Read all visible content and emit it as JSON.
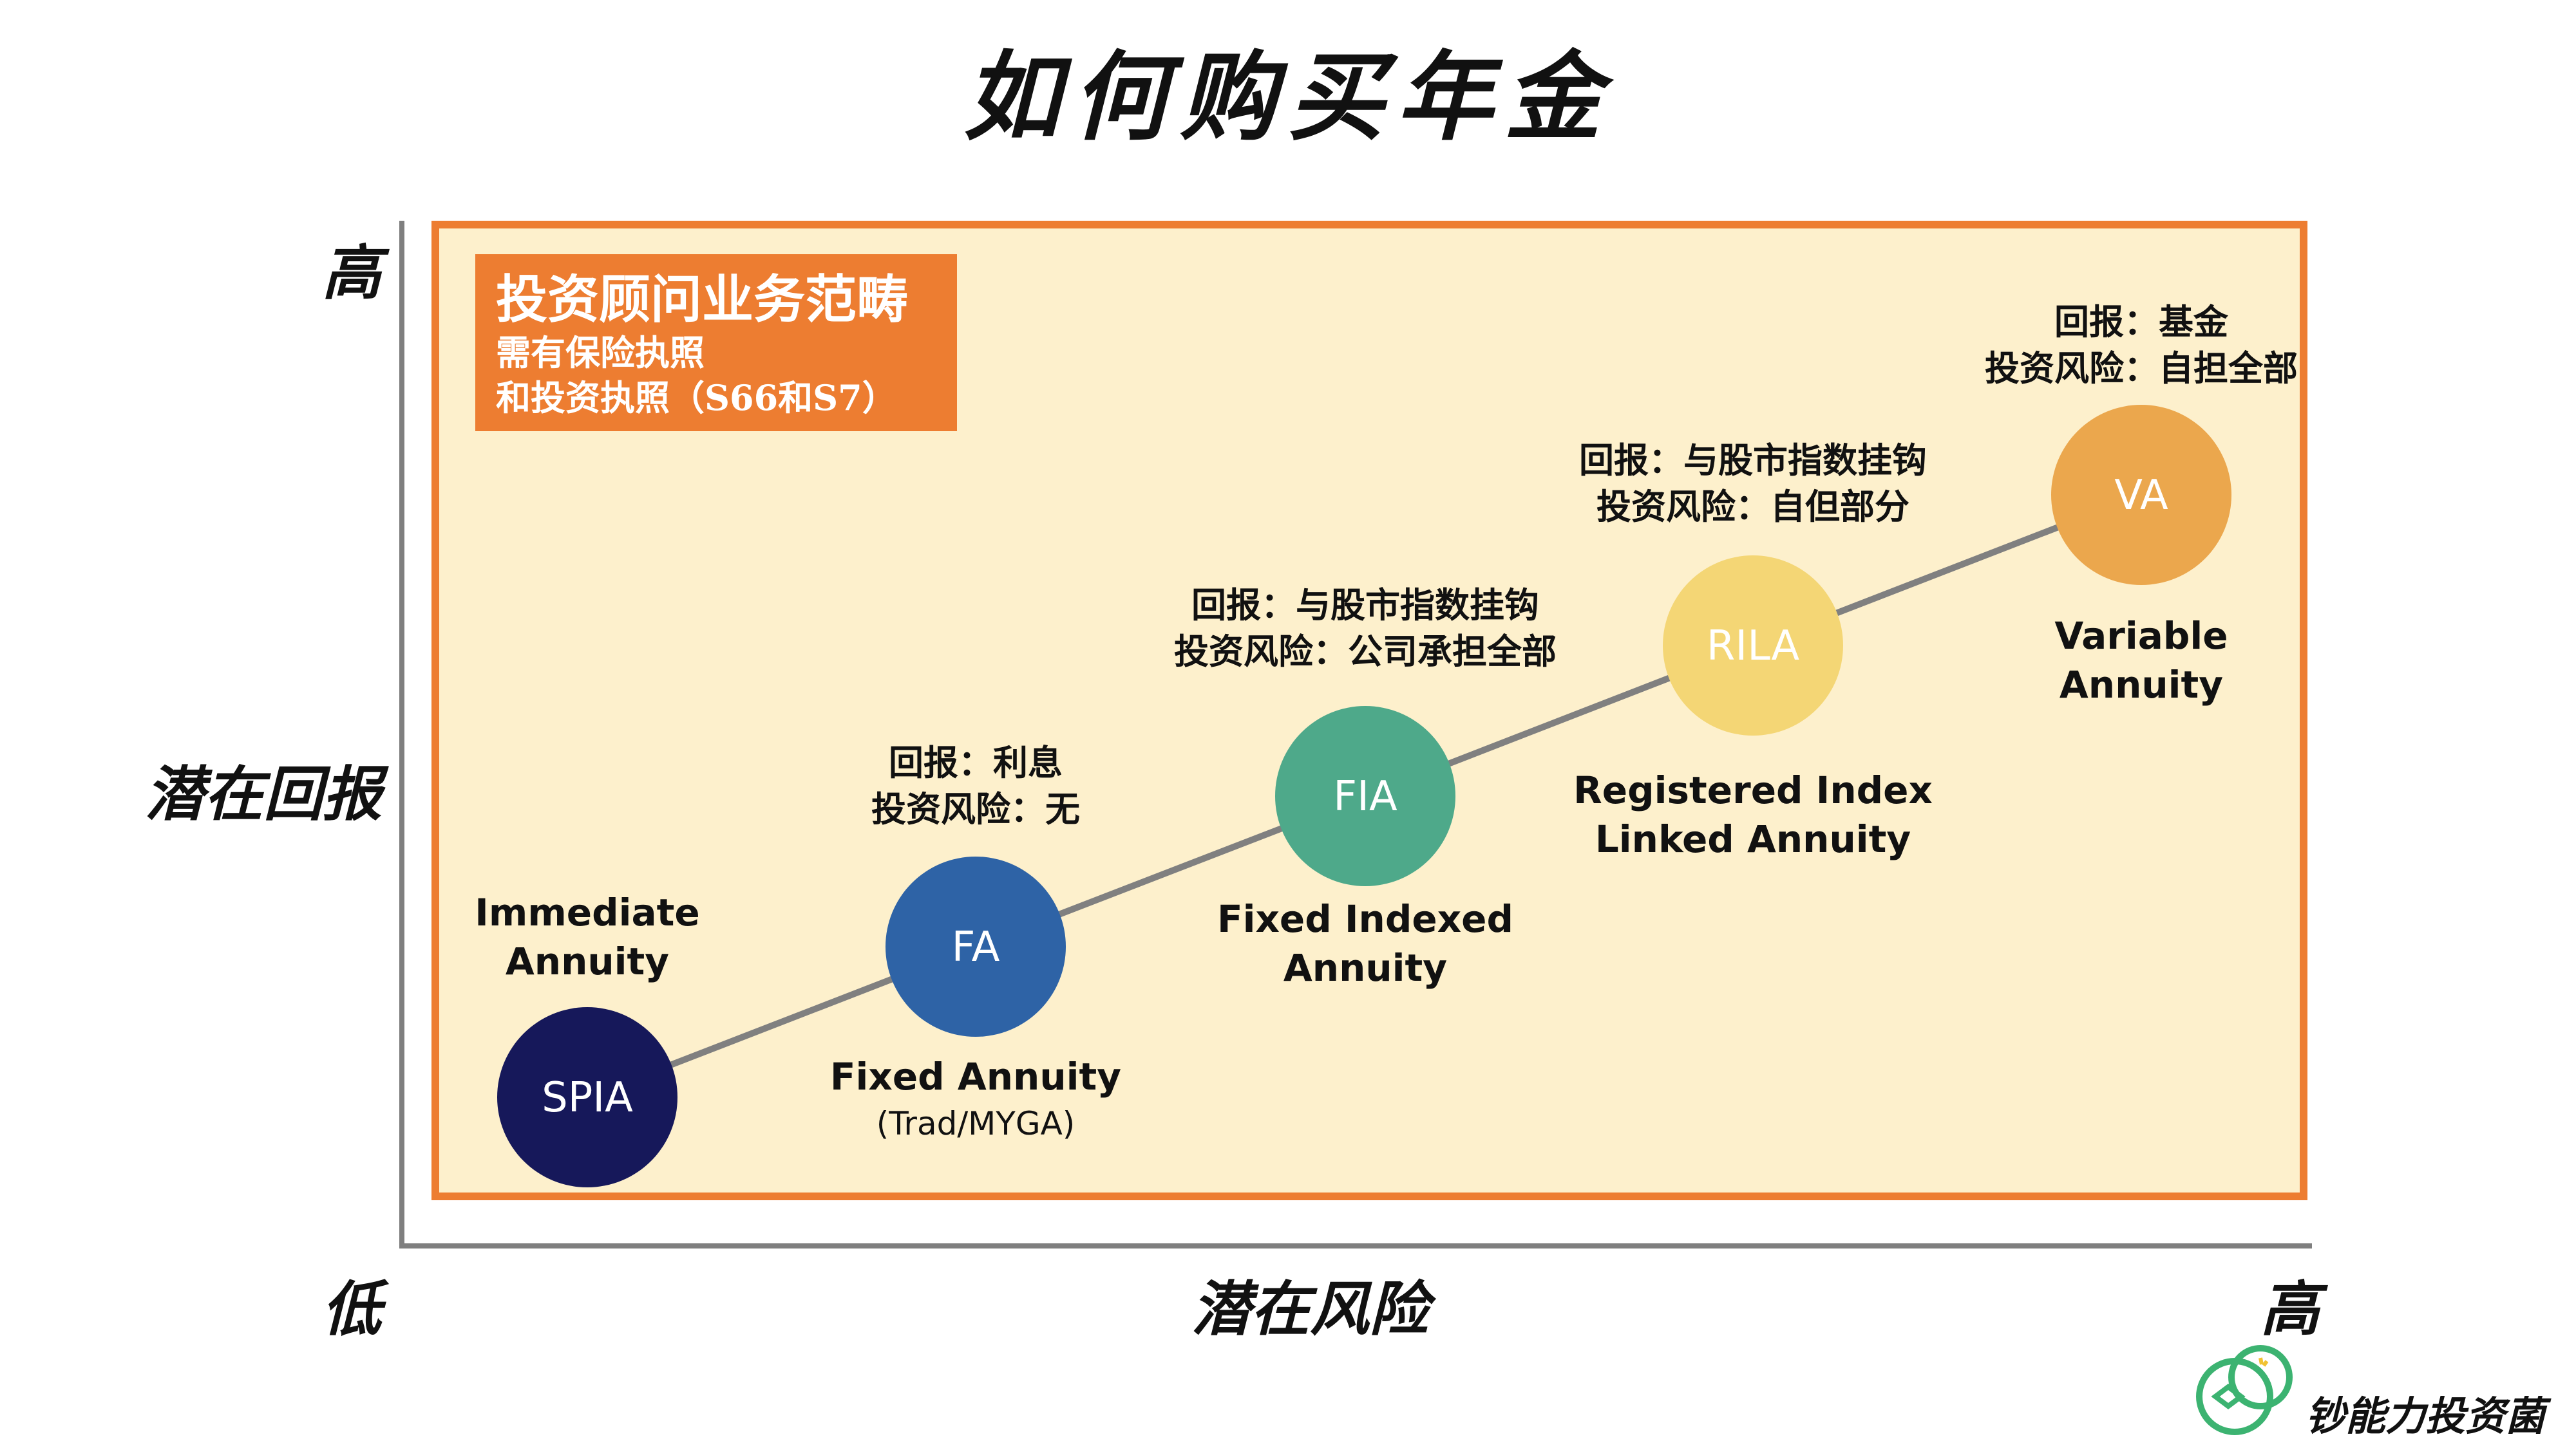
{
  "title": "如何购买年金",
  "axes": {
    "y_label": "潜在回报",
    "y_high": "高",
    "x_label": "潜在风险",
    "x_high": "高",
    "origin": "低"
  },
  "scope_box": {
    "line1": "投资顾问业务范畴",
    "line2": "需有保险执照",
    "line3": "和投资执照（S66和S7）"
  },
  "products": [
    {
      "abbr": "SPIA",
      "name_line1": "Immediate",
      "name_line2": "Annuity",
      "sub": "",
      "return_line": "",
      "risk_line": "",
      "color": "#16185a"
    },
    {
      "abbr": "FA",
      "name_line1": "Fixed Annuity",
      "name_line2": "",
      "sub": "(Trad/MYGA)",
      "return_line": "回报：利息",
      "risk_line": "投资风险：无",
      "color": "#2e63a6"
    },
    {
      "abbr": "FIA",
      "name_line1": "Fixed Indexed",
      "name_line2": "Annuity",
      "sub": "",
      "return_line": "回报：与股市指数挂钩",
      "risk_line": "投资风险：公司承担全部",
      "color": "#4ea98a"
    },
    {
      "abbr": "RILA",
      "name_line1": "Registered Index",
      "name_line2": "Linked Annuity",
      "sub": "",
      "return_line": "回报：与股市指数挂钩",
      "risk_line": "投资风险：自但部分",
      "color": "#f4d675"
    },
    {
      "abbr": "VA",
      "name_line1": "Variable",
      "name_line2": "Annuity",
      "sub": "",
      "return_line": "回报：基金",
      "risk_line": "投资风险：自担全部",
      "color": "#eba74d"
    }
  ],
  "brand": "钞能力投资菌",
  "colors": {
    "accent": "#ed7d31",
    "panel": "#fdf0cc",
    "axis": "#7f7f7f",
    "line": "#808080"
  }
}
